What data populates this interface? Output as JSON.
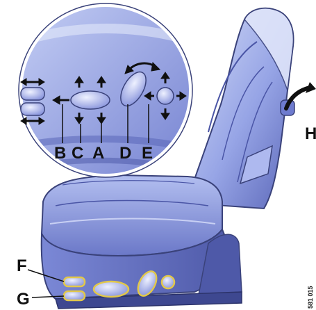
{
  "diagram": {
    "labels": {
      "A": "A",
      "B": "B",
      "C": "C",
      "D": "D",
      "E": "E",
      "F": "F",
      "G": "G",
      "H": "H"
    },
    "figure_code": "581 015"
  },
  "colors": {
    "seat_light": "#c8d2f2",
    "seat_mid": "#8d9be0",
    "seat_dark": "#5a66b8",
    "seat_outline": "#3a427a",
    "control_outline": "#e2c84a",
    "arrow": "#101010",
    "text": "#111111"
  }
}
